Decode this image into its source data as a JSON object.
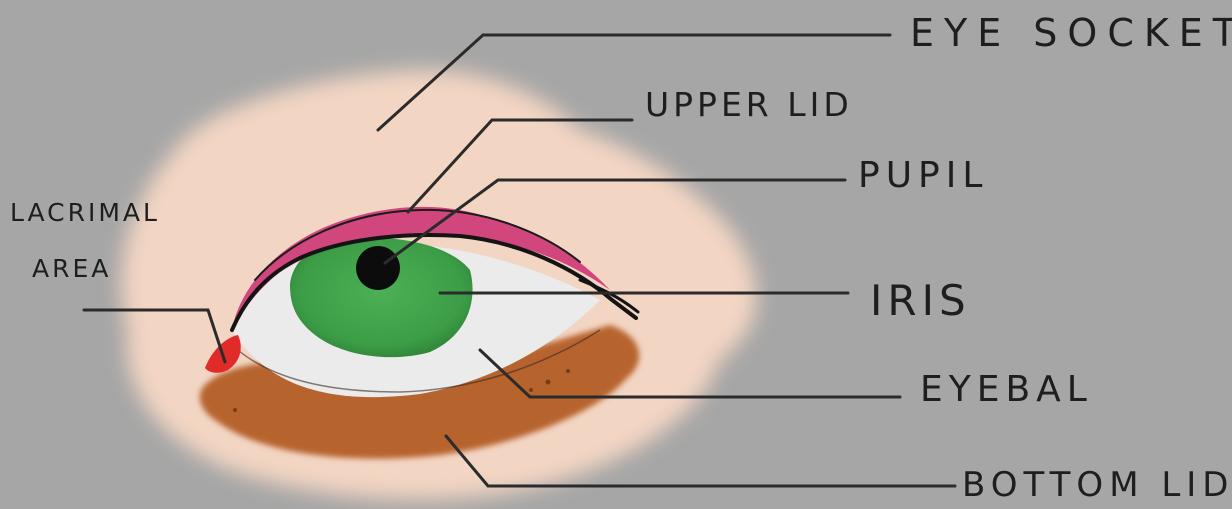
{
  "labels": {
    "eye_socket": "EYE SOCKET",
    "upper_lid": "UPPER LID",
    "pupil": "PUPIL",
    "iris": "IRIS",
    "eyeball": "EYEBAL",
    "bottom_lid": "BOTTOM LID",
    "lacrimal_line1": "LACRIMAL",
    "lacrimal_line2": "AREA"
  },
  "colors": {
    "background": "#a6a6a6",
    "socket_skin": "#f4d6c4",
    "upper_lid": "#d1447a",
    "iris": "#3fa34a",
    "pupil": "#0d0d0d",
    "eyeball": "#ececec",
    "bottom_lid": "#b8642e",
    "lacrimal": "#e0282a",
    "leader_line": "#2a2a2a"
  }
}
